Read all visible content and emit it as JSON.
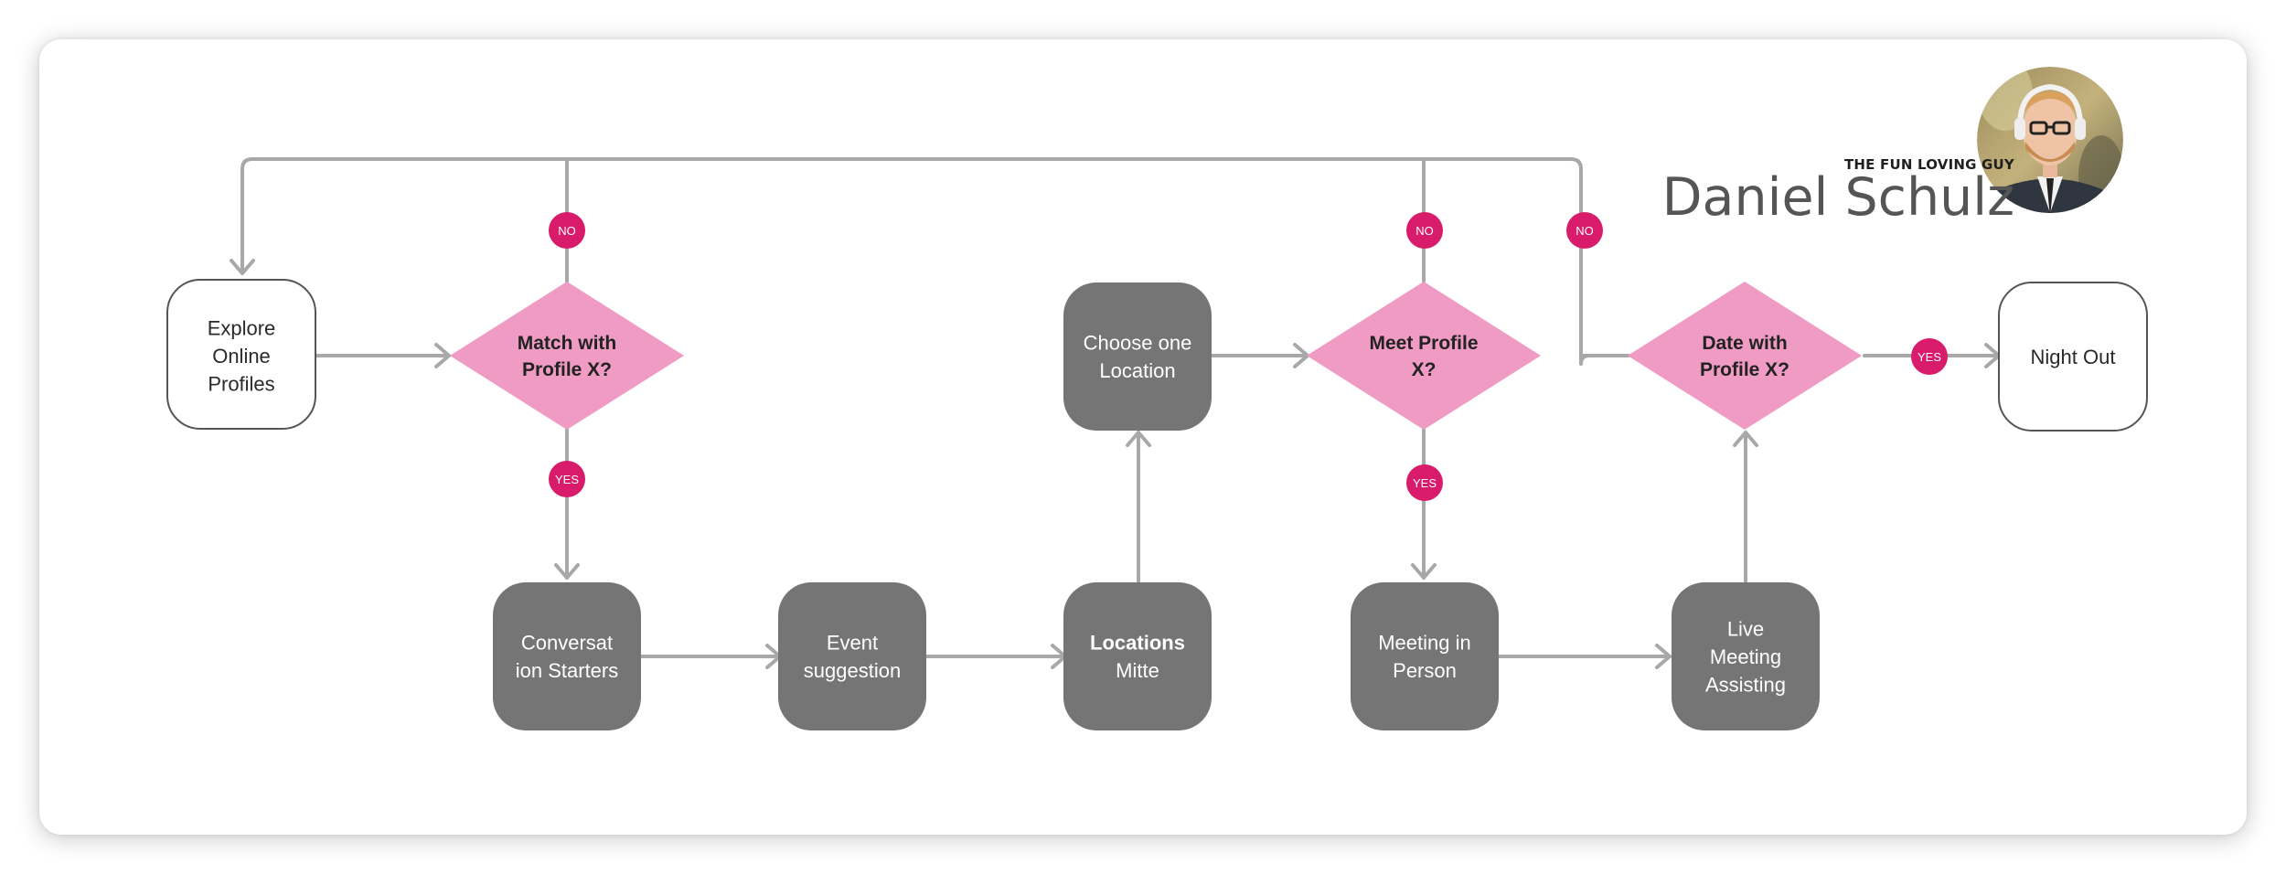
{
  "persona": {
    "tag": "THE FUN LOVING GUY",
    "name": "Daniel Schulz"
  },
  "colors": {
    "arrow": "#a8a8a8",
    "decision_fill": "#f09bc4",
    "badge": "#d81b6a",
    "process_fill": "#757575",
    "terminal_stroke": "#555555"
  },
  "nodes": {
    "explore": [
      "Explore",
      "Online",
      "Profiles"
    ],
    "match": [
      "Match with",
      "Profile X?"
    ],
    "conversation": [
      "Conversat",
      "ion Starters"
    ],
    "event": [
      "Event",
      "suggestion"
    ],
    "locations": [
      "Locations",
      "Mitte"
    ],
    "choose": [
      "Choose one",
      "Location"
    ],
    "meet": [
      "Meet Profile",
      "X?"
    ],
    "meeting": [
      "Meeting in",
      "Person"
    ],
    "live": [
      "Live",
      "Meeting",
      "Assisting"
    ],
    "date": [
      "Date with",
      "Profile X?"
    ],
    "night": [
      "Night Out"
    ]
  },
  "badges": {
    "no_match": "NO",
    "yes_match": "YES",
    "no_meet": "NO",
    "yes_meet": "YES",
    "no_date": "NO",
    "yes_date": "YES"
  }
}
